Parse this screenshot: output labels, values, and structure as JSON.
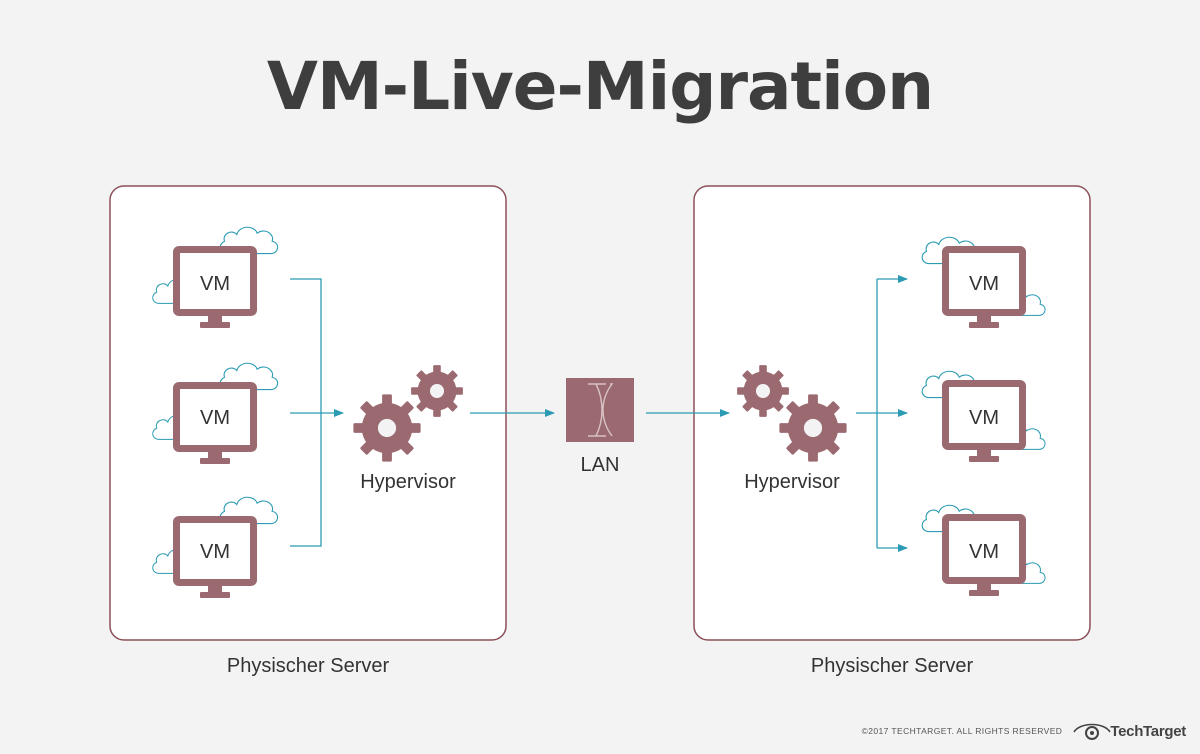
{
  "title": "VM-Live-Migration",
  "colors": {
    "accent": "#9b6a70",
    "box_border": "#8c5159",
    "arrow": "#2a9bb3",
    "cloud": "#2a9bb3",
    "title": "#3e3e3e"
  },
  "left_server": {
    "label": "Physischer Server",
    "vms": [
      "VM",
      "VM",
      "VM"
    ],
    "hypervisor_label": "Hypervisor"
  },
  "network": {
    "label": "LAN",
    "icon": "network-switch-icon"
  },
  "right_server": {
    "label": "Physischer Server",
    "vms": [
      "VM",
      "VM",
      "VM"
    ],
    "hypervisor_label": "Hypervisor"
  },
  "footer": {
    "copyright": "©2017 TECHTARGET. ALL RIGHTS RESERVED",
    "brand": "TechTarget"
  }
}
